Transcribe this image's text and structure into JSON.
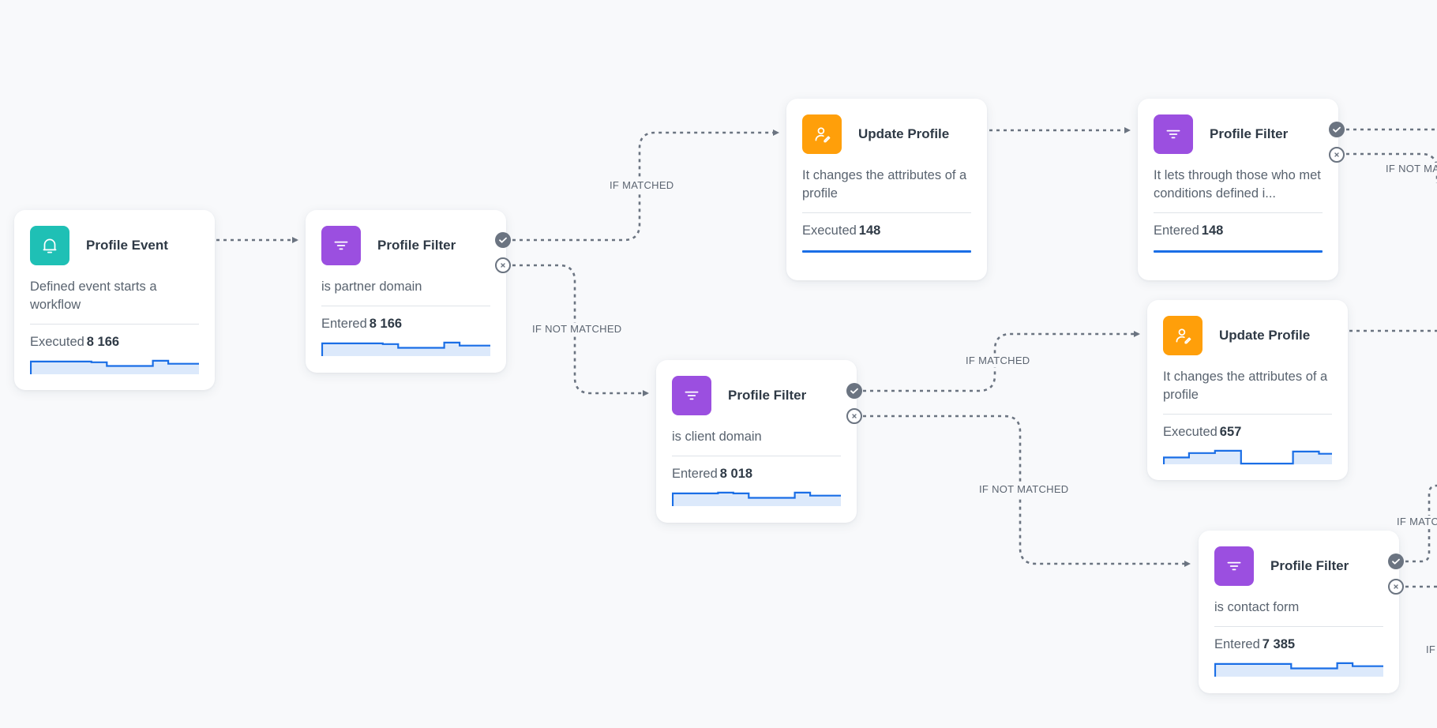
{
  "colors": {
    "background": "#f8f9fb",
    "event_icon": "#1fc0b5",
    "filter_icon": "#9b4fe0",
    "update_icon": "#ff9f0a",
    "chart_line": "#1a6ee6",
    "chart_fill": "#dce9fb",
    "connector": "#6b7481"
  },
  "edge_labels": {
    "if_matched": "IF MATCHED",
    "if_not_matched": "IF NOT MATCHED",
    "if_matched_partial": "IF MATC",
    "if_not_matched_partial": "IF NOT MAT",
    "if_partial": "IF"
  },
  "nodes": {
    "profile_event": {
      "icon": "bell-icon",
      "title": "Profile Event",
      "description": "Defined event starts a workflow",
      "stat_label": "Executed",
      "stat_value": "8 166",
      "activity": [
        0.85,
        0.85,
        0.85,
        0.85,
        0.8,
        0.55,
        0.55,
        0.55,
        0.9,
        0.7,
        0.7
      ]
    },
    "filter_partner": {
      "icon": "filter-icon",
      "title": "Profile Filter",
      "description": "is partner domain",
      "stat_label": "Entered",
      "stat_value": "8 166",
      "activity": [
        0.85,
        0.85,
        0.85,
        0.85,
        0.8,
        0.55,
        0.55,
        0.55,
        0.9,
        0.7,
        0.7
      ]
    },
    "update_profile_top": {
      "icon": "user-edit-icon",
      "title": "Update Profile",
      "description": "It changes the attributes of a profile",
      "stat_label": "Executed",
      "stat_value": "148"
    },
    "filter_top_right": {
      "icon": "filter-icon",
      "title": "Profile Filter",
      "description": "It lets through those who met conditions defined i...",
      "stat_label": "Entered",
      "stat_value": "148"
    },
    "filter_client": {
      "icon": "filter-icon",
      "title": "Profile Filter",
      "description": "is client domain",
      "stat_label": "Entered",
      "stat_value": "8 018",
      "activity": [
        0.85,
        0.85,
        0.85,
        0.9,
        0.85,
        0.55,
        0.55,
        0.55,
        0.9,
        0.7,
        0.7
      ]
    },
    "update_profile_mid": {
      "icon": "user-edit-icon",
      "title": "Update Profile",
      "description": "It changes the attributes of a profile",
      "stat_label": "Executed",
      "stat_value": "657",
      "activity": [
        0.45,
        0.45,
        0.75,
        0.75,
        0.9,
        0.9,
        0.05,
        0.05,
        0.05,
        0.05,
        0.85,
        0.85,
        0.7
      ]
    },
    "filter_contact": {
      "icon": "filter-icon",
      "title": "Profile Filter",
      "description": "is contact form",
      "stat_label": "Entered",
      "stat_value": "7 385",
      "activity": [
        0.85,
        0.85,
        0.85,
        0.85,
        0.85,
        0.55,
        0.55,
        0.55,
        0.9,
        0.7,
        0.7
      ]
    }
  }
}
